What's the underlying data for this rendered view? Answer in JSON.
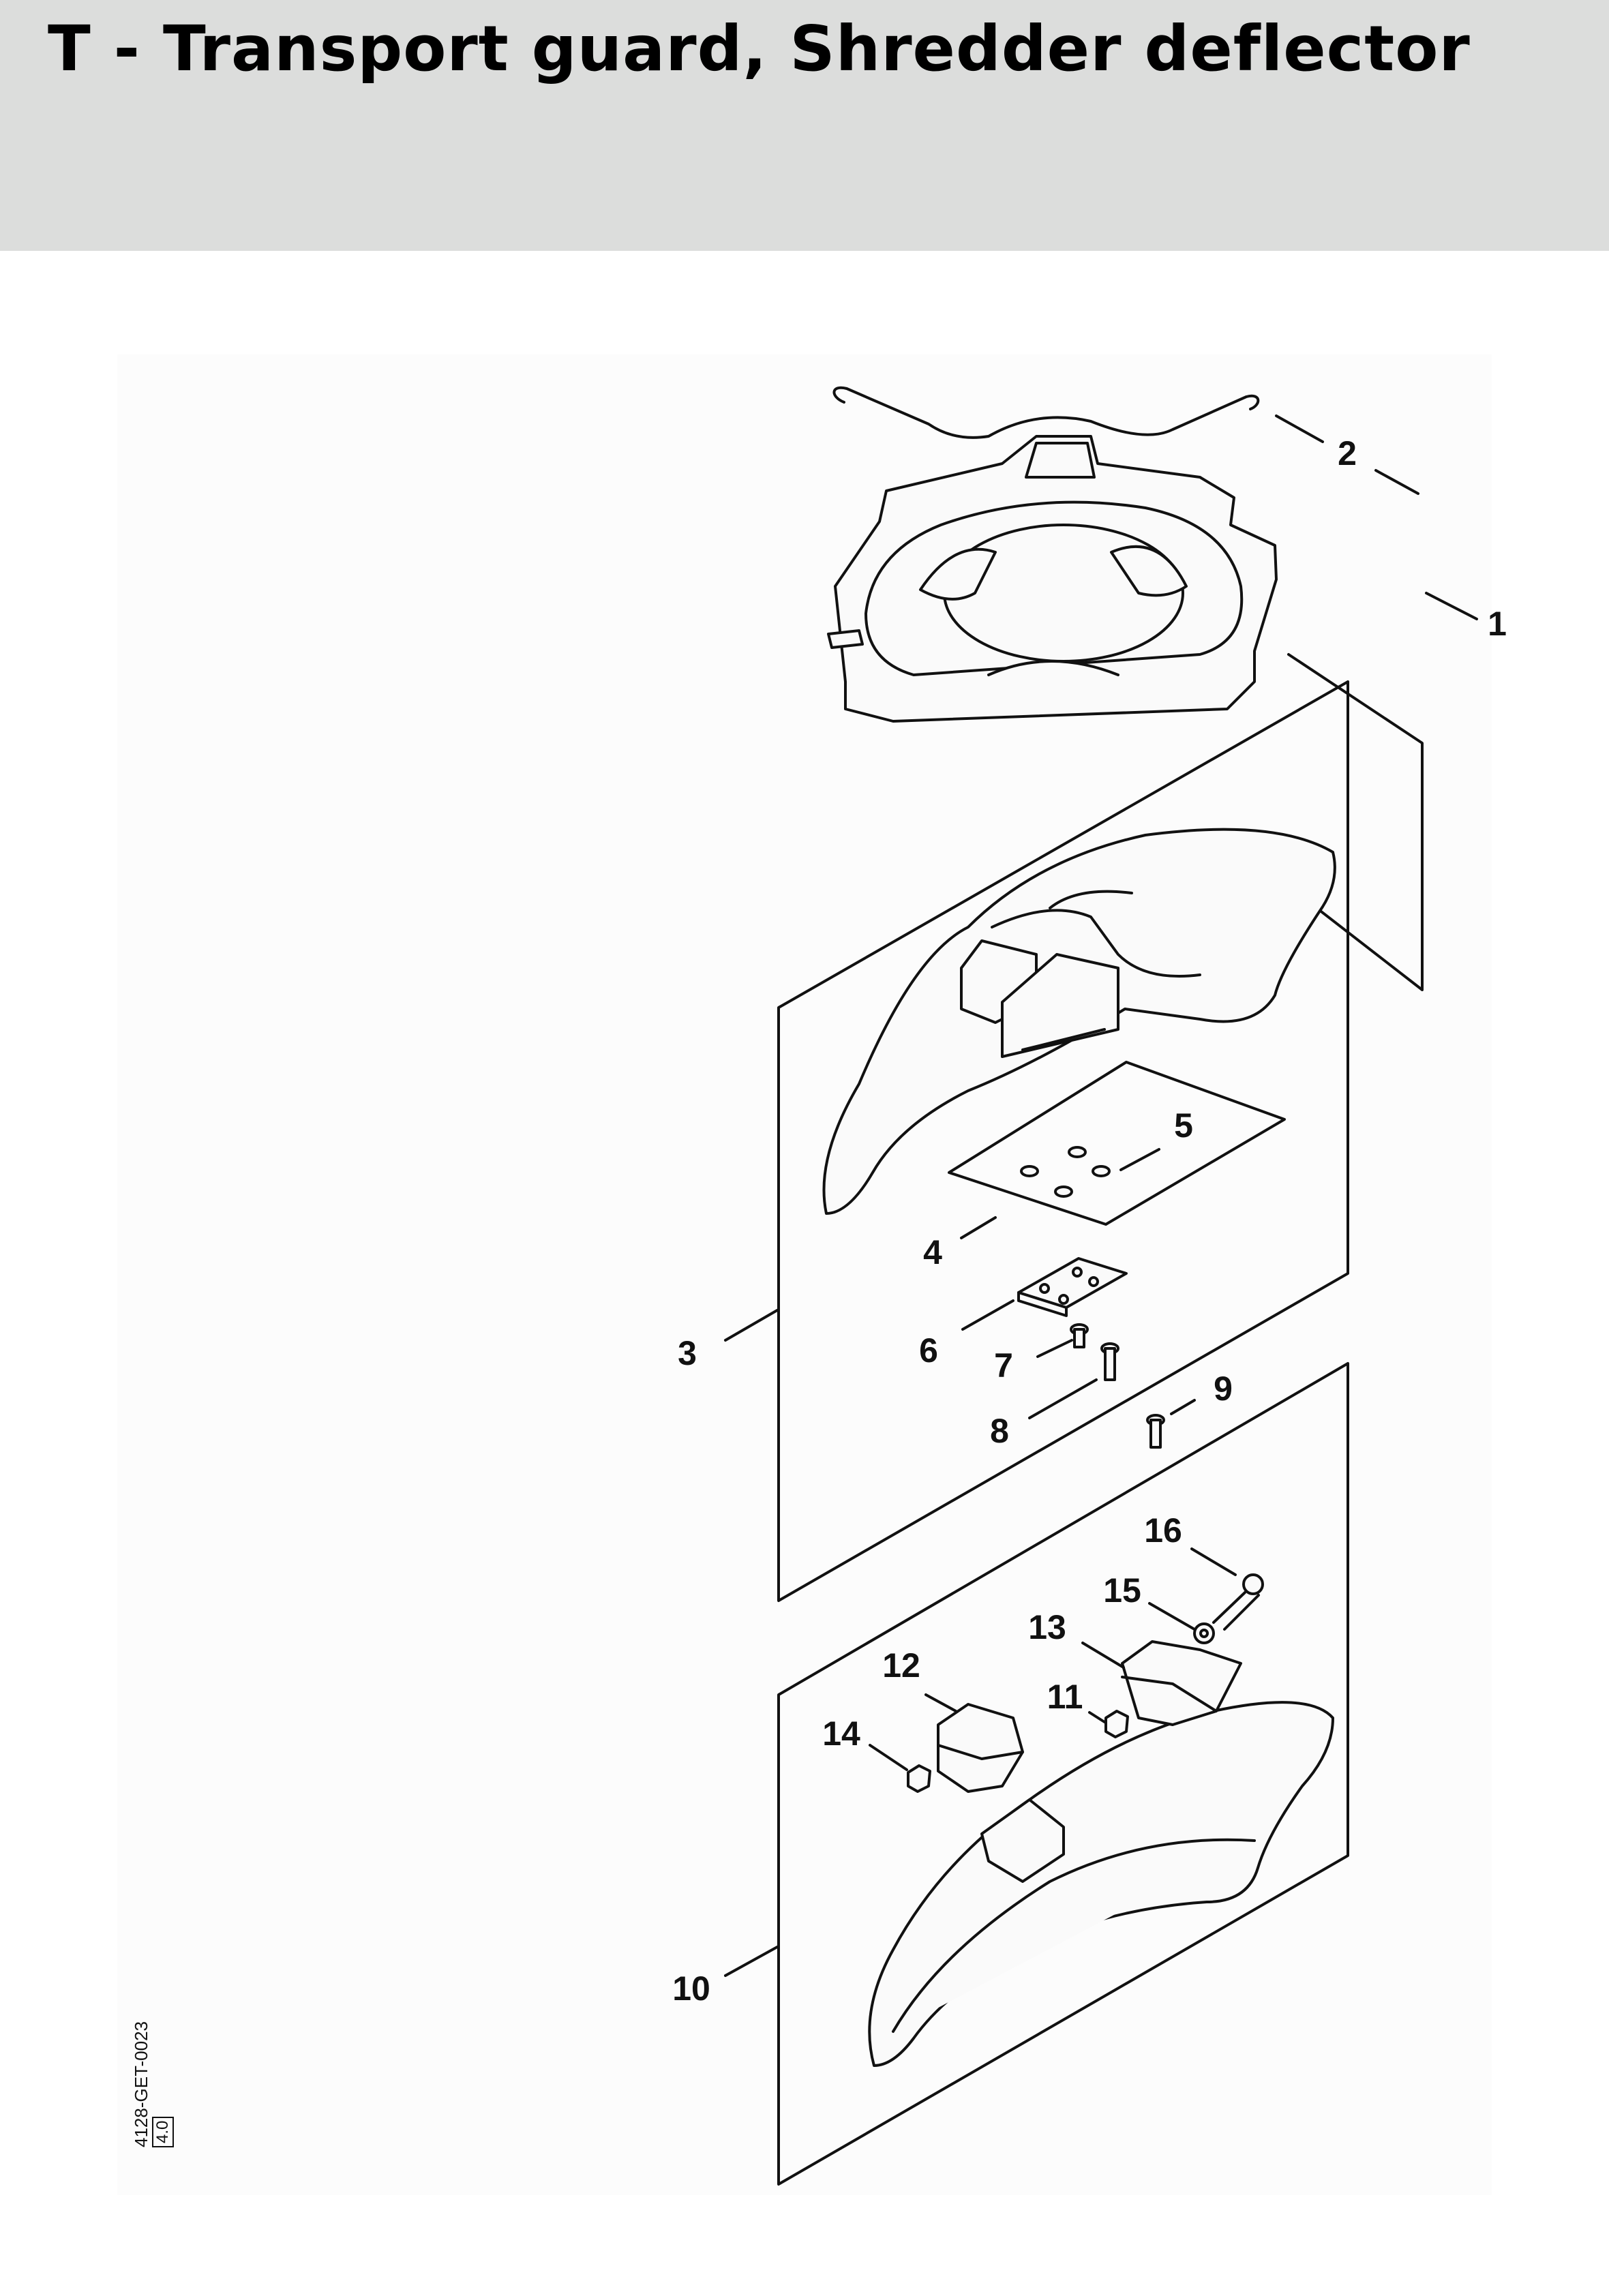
{
  "page": {
    "title": "T - Transport guard, Shredder deflector"
  },
  "callouts": {
    "c1": "1",
    "c2": "2",
    "c3": "3",
    "c4": "4",
    "c5": "5",
    "c6": "6",
    "c7": "7",
    "c8": "8",
    "c9": "9",
    "c10": "10",
    "c11": "11",
    "c12": "12",
    "c13": "13",
    "c14": "14",
    "c15": "15",
    "c16": "16"
  },
  "drawing": {
    "id": "4128-GET-0023",
    "version": "4.0"
  }
}
